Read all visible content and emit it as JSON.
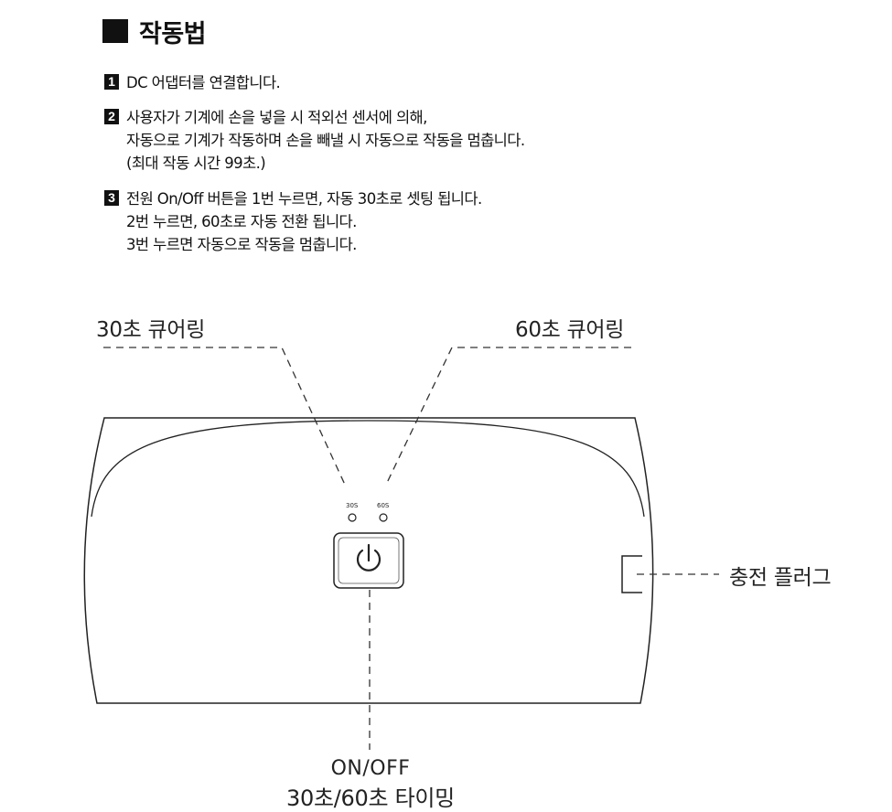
{
  "section": {
    "title": "작동법"
  },
  "steps": [
    {
      "number": "1",
      "lines": [
        "DC 어댑터를 연결합니다."
      ]
    },
    {
      "number": "2",
      "lines": [
        "사용자가 기계에 손을 넣을 시 적외선 센서에 의해,",
        "자동으로 기계가 작동하며 손을 빼낼 시 자동으로 작동을 멈춥니다.",
        "(최대 작동 시간 99초.)"
      ]
    },
    {
      "number": "3",
      "lines": [
        "전원 On/Off 버튼을 1번 누르면, 자동 30초로 셋팅 됩니다.",
        "2번 누르면, 60초로 자동 전환 됩니다.",
        "3번 누르면 자동으로 작동을 멈춥니다."
      ]
    }
  ],
  "diagram": {
    "callout_30": "30초 큐어링",
    "callout_60": "60초 큐어링",
    "callout_plug": "충전 플러그",
    "led_30_label": "30S",
    "led_60_label": "60S",
    "button_label_line1": "ON/OFF",
    "button_label_line2": "30초/60초 타이밍",
    "icons": {
      "power": "power-icon",
      "led": "indicator-led-icon"
    },
    "colors": {
      "line": "#222222",
      "background": "#ffffff"
    }
  }
}
